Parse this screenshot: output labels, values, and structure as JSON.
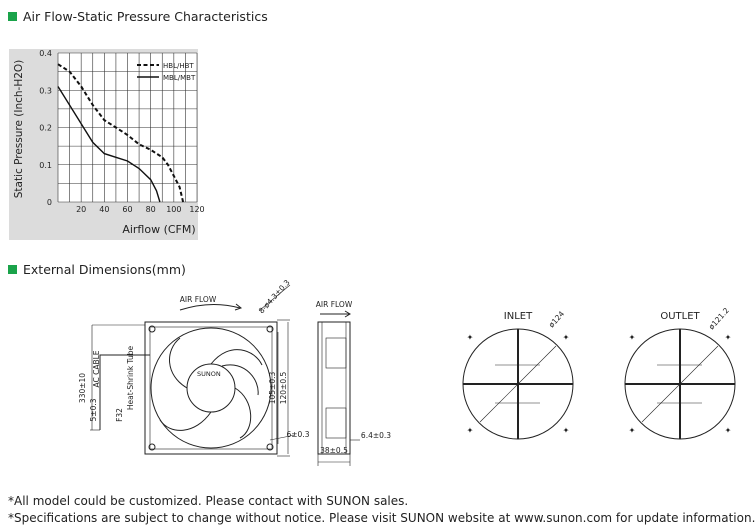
{
  "sections": {
    "airflow_title": "Air Flow-Static Pressure Characteristics",
    "dimensions_title": "External Dimensions(mm)"
  },
  "chart_data": {
    "type": "line",
    "xlabel": "Airflow (CFM)",
    "ylabel": "Static Pressure (Inch-H2O)",
    "xlim": [
      0,
      120
    ],
    "ylim": [
      0,
      0.4
    ],
    "x_ticks": [
      "20",
      "40",
      "60",
      "80",
      "100",
      "120"
    ],
    "y_ticks": [
      "0",
      "0.1",
      "0.2",
      "0.3",
      "0.4"
    ],
    "grid": true,
    "legend_position": "top-right",
    "series": [
      {
        "name": "HBL/HBT",
        "style": "dashed",
        "x": [
          0,
          10,
          20,
          30,
          40,
          50,
          60,
          70,
          80,
          90,
          95,
          100,
          105,
          108
        ],
        "y": [
          0.37,
          0.35,
          0.31,
          0.26,
          0.22,
          0.2,
          0.18,
          0.155,
          0.14,
          0.12,
          0.1,
          0.07,
          0.04,
          0.0
        ]
      },
      {
        "name": "MBL/MBT",
        "style": "solid",
        "x": [
          0,
          10,
          20,
          30,
          40,
          50,
          60,
          70,
          80,
          85,
          88
        ],
        "y": [
          0.31,
          0.26,
          0.21,
          0.16,
          0.13,
          0.12,
          0.11,
          0.09,
          0.06,
          0.03,
          0.0
        ]
      }
    ]
  },
  "dimensions": {
    "air_flow_label": "AIR FLOW",
    "hole_label": "8-ø4.3±0.3",
    "brand": "SUNON",
    "cable_label": "330±10",
    "cable_type": "AC CABLE",
    "tube_label": "Heat-Shrink Tube",
    "f32_label": "F32",
    "five_label": "5±0.3",
    "dim_105": "105±0.3",
    "dim_120": "120±0.5",
    "dim_6": "6±0.3",
    "dim_38": "38±0.5",
    "dim_64": "6.4±0.3",
    "inlet_label": "INLET",
    "inlet_dia": "ø124",
    "outlet_label": "OUTLET",
    "outlet_dia": "ø121.2"
  },
  "footer": {
    "line1": "*All model could be customized. Please contact with SUNON sales.",
    "line2": "*Specifications are subject to change without notice. Please visit SUNON website at www.sunon.com for update information."
  }
}
